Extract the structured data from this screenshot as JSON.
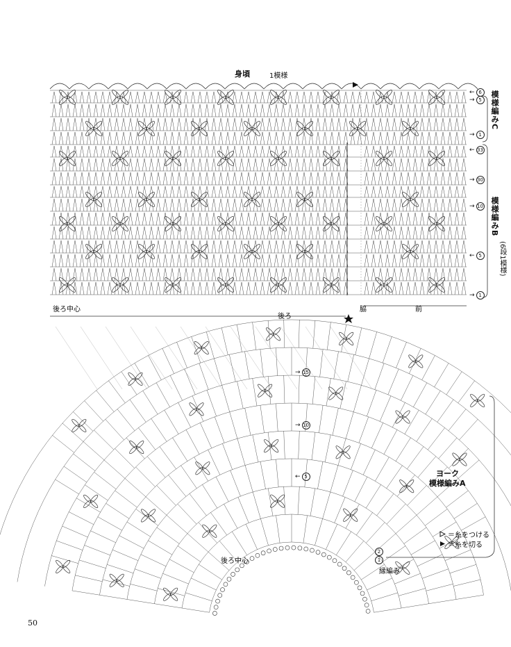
{
  "diagram": {
    "body_title": "身頃",
    "repeat_label": "1模様",
    "pattern_c_label": "模様編みC",
    "pattern_b_label": "模様編みB",
    "pattern_b_note": "(6段1模様)",
    "back_center_top": "後ろ中心",
    "back_label": "後ろ",
    "side_label": "脇",
    "front_label": "前",
    "yoke_label": "ヨーク",
    "yoke_pattern_label": "模様編みA",
    "back_center_yoke": "後ろ中心",
    "edging_label": "縁編み",
    "page_number": "50"
  },
  "row_numbers_c": [
    "6",
    "5",
    "1"
  ],
  "row_numbers_b": [
    "33",
    "30",
    "10",
    "5",
    "1"
  ],
  "row_numbers_yoke": [
    "15",
    "10",
    "5",
    "2",
    "1"
  ],
  "legend": {
    "attach": "＝糸をつける",
    "cut": "＝糸を切る"
  },
  "icons": {
    "attach_marker": "open-triangle-icon",
    "cut_marker": "filled-triangle-icon",
    "side_marker": "star-icon"
  }
}
